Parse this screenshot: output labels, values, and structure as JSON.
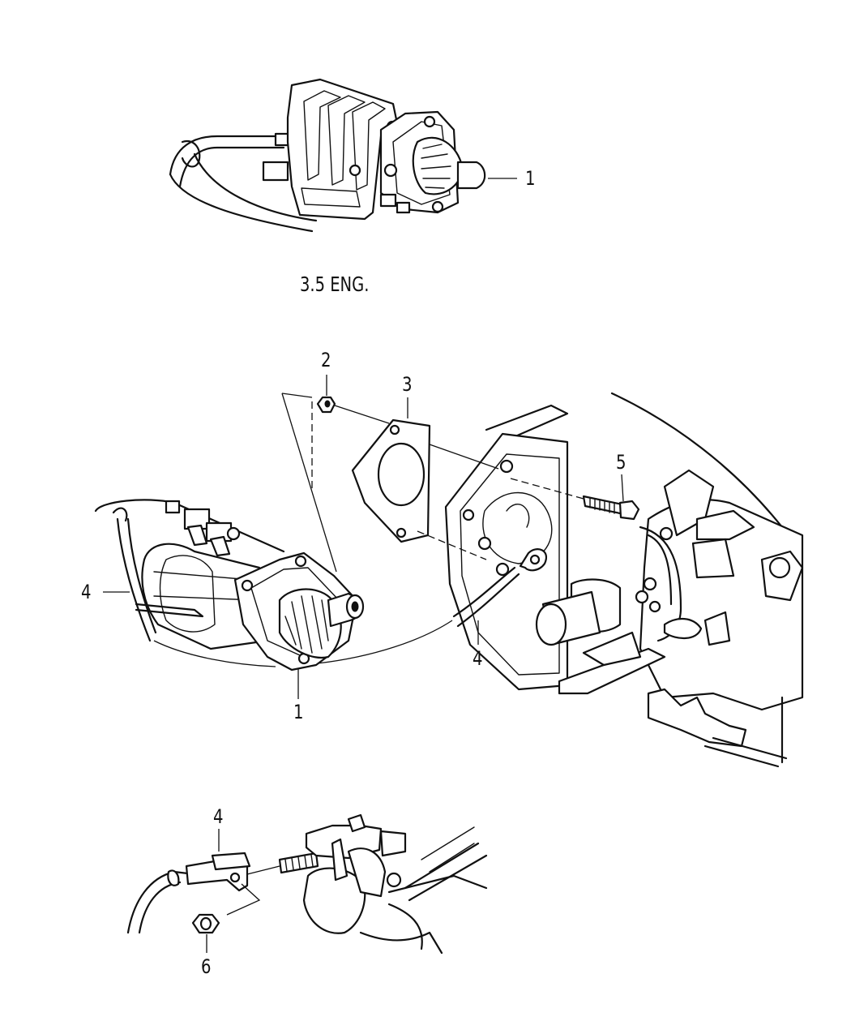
{
  "engine_caption": "3.5 ENG.",
  "callouts": {
    "top_starter": "1",
    "bolt_nut": "2",
    "gasket": "3",
    "cable_left": "4",
    "cable_mid": "4",
    "bolt": "5",
    "main_starter": "1",
    "cable_bottom": "4",
    "nut_bottom": "6"
  }
}
